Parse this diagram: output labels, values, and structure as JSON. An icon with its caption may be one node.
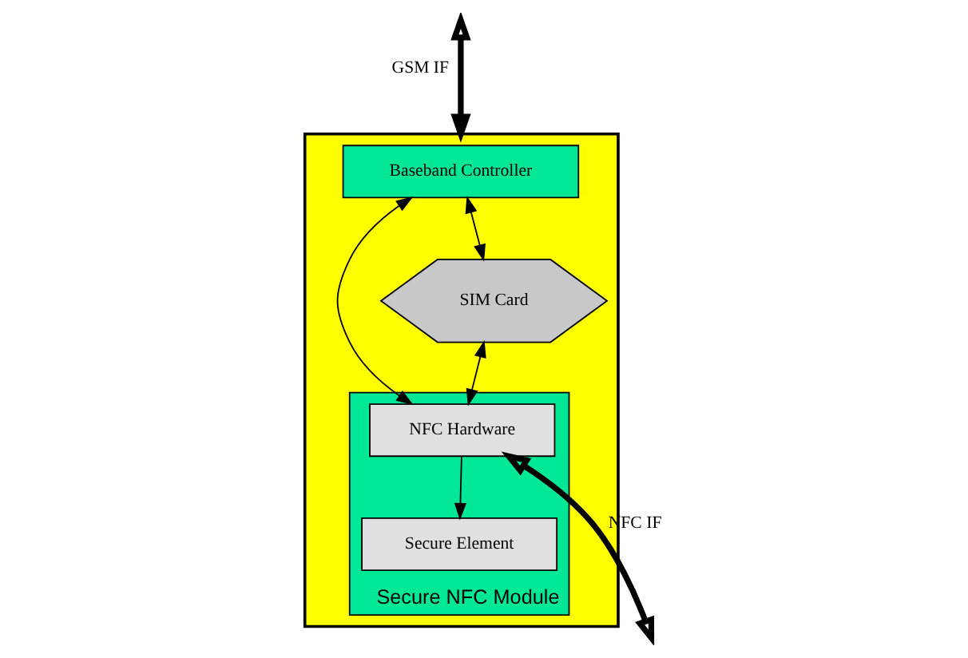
{
  "diagram": {
    "nodes": [
      {
        "text": [],
        "shape": "box"
      },
      {
        "text": [
          "Baseband Controller"
        ],
        "in": 0
      },
      {
        "text": [
          "Secure NFC Module"
        ],
        "in": 0
      },
      {
        "text": [
          "NFC Hardware"
        ],
        "in": 2
      },
      {
        "text": [
          "Secure Element"
        ],
        "in": 2
      },
      {
        "text": [
          "SIM Card"
        ],
        "in": 0
      }
    ],
    "edges": [
      {
        "from": null,
        "to": 0,
        "arrow": "both",
        "label": "GSM IF",
        "style": "thick"
      },
      {
        "from": 1,
        "to": 3,
        "arrow": "both"
      },
      {
        "from": 1,
        "to": 5,
        "arrow": "both"
      },
      {
        "from": 5,
        "to": 3,
        "arrow": "both"
      },
      {
        "from": 3,
        "to": 4,
        "arrow": "to"
      },
      {
        "from": 3,
        "to": null,
        "arrow": "both",
        "label": "NFC IF",
        "style": "thick"
      }
    ]
  }
}
